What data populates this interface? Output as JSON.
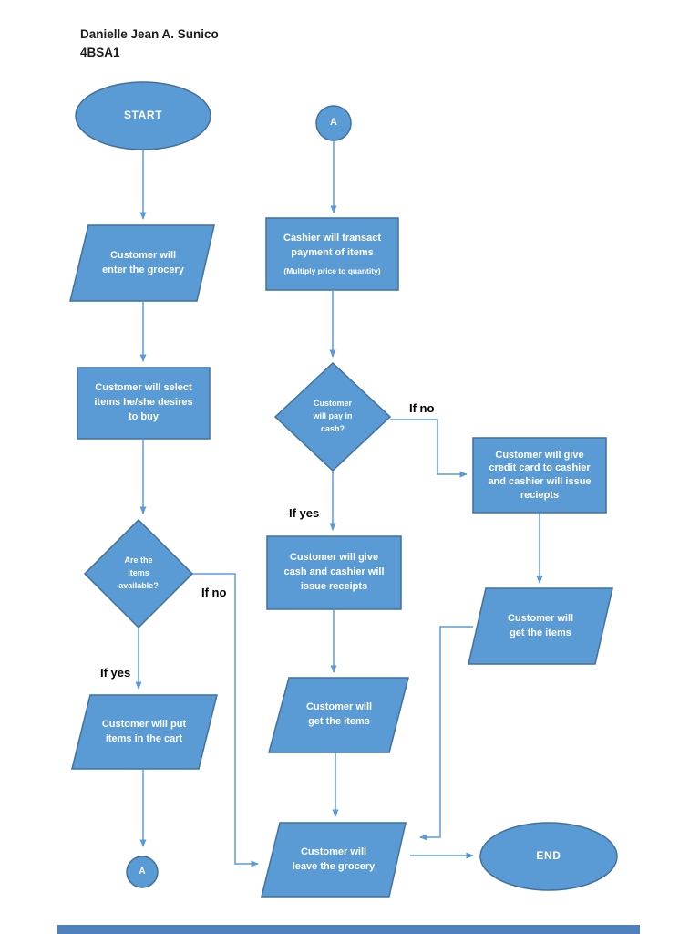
{
  "header": {
    "name": "Danielle Jean A. Sunico",
    "section": "4BSA1"
  },
  "colors": {
    "shape_fill": "#5b9bd5",
    "shape_border": "#41719c",
    "connector": "#5b9bd5",
    "shape_text": "#ffffff",
    "label_text": "#000000",
    "next_page_bar": "#4e81bc"
  },
  "nodes": {
    "start": {
      "type": "terminator",
      "label": "START"
    },
    "connector_a_top": {
      "type": "connector",
      "label": "A"
    },
    "enter_grocery": {
      "type": "io",
      "label": "Customer will\nenter the grocery"
    },
    "cashier_transact": {
      "type": "process",
      "label": "Cashier will transact\npayment of items",
      "sublabel": "(Multiply price to quantity)"
    },
    "select_items": {
      "type": "process",
      "label": "Customer will select\nitems he/she desires\nto buy"
    },
    "pay_in_cash": {
      "type": "decision",
      "label": "Customer\nwill pay in\ncash?"
    },
    "give_credit_card": {
      "type": "process",
      "label": "Customer will give\ncredit card to cashier\nand cashier will issue\nreciepts"
    },
    "items_available": {
      "type": "decision",
      "label": "Are the\nitems\navailable?"
    },
    "give_cash": {
      "type": "process",
      "label": "Customer will give\ncash and cashier will\nissue receipts"
    },
    "get_items_right": {
      "type": "io",
      "label": "Customer will\nget the items"
    },
    "put_items_cart": {
      "type": "io",
      "label": "Customer will put\nitems in the cart"
    },
    "get_items_mid": {
      "type": "io",
      "label": "Customer will\nget the items"
    },
    "connector_a_bottom": {
      "type": "connector",
      "label": "A"
    },
    "leave_grocery": {
      "type": "io",
      "label": "Customer will\nleave the grocery"
    },
    "end": {
      "type": "terminator",
      "label": "END"
    }
  },
  "edge_labels": {
    "pay_no": "If no",
    "pay_yes": "If yes",
    "available_no": "If no",
    "available_yes": "If yes"
  }
}
